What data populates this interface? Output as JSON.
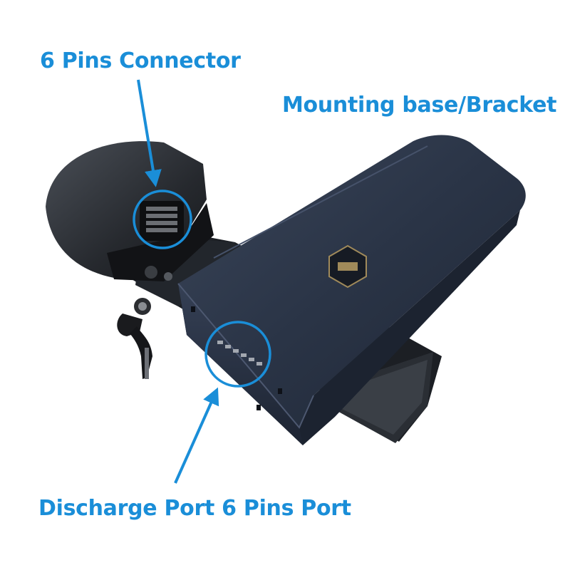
{
  "labels": {
    "connector": "6 Pins Connector",
    "bracket": "Mounting base/Bracket",
    "discharge": "Discharge Port 6 Pins Port"
  },
  "colors": {
    "annotation": "#1a8ed8",
    "battery_body": "#2a3446",
    "base_body": "#1f2329",
    "background": "#ffffff"
  }
}
